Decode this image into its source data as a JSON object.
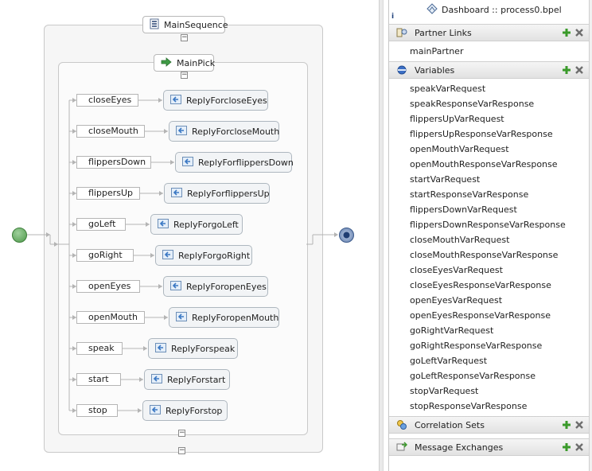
{
  "process": {
    "sequence_label": "MainSequence",
    "pick_label": "MainPick",
    "branches": [
      {
        "message": "closeEyes",
        "reply": "ReplyForcloseEyes"
      },
      {
        "message": "closeMouth",
        "reply": "ReplyForcloseMouth"
      },
      {
        "message": "flippersDown",
        "reply": "ReplyForflippersDown"
      },
      {
        "message": "flippersUp",
        "reply": "ReplyForflippersUp"
      },
      {
        "message": "goLeft",
        "reply": "ReplyForgoLeft"
      },
      {
        "message": "goRight",
        "reply": "ReplyForgoRight"
      },
      {
        "message": "openEyes",
        "reply": "ReplyForopenEyes"
      },
      {
        "message": "openMouth",
        "reply": "ReplyForopenMouth"
      },
      {
        "message": "speak",
        "reply": "ReplyForspeak"
      },
      {
        "message": "start",
        "reply": "ReplyForstart"
      },
      {
        "message": "stop",
        "reply": "ReplyForstop"
      }
    ]
  },
  "panel": {
    "dashboard": "Dashboard :: process0.bpel",
    "info": "i",
    "partner_links": {
      "label": "Partner Links",
      "items": [
        "mainPartner"
      ]
    },
    "variables": {
      "label": "Variables",
      "items": [
        "speakVarRequest",
        "speakResponseVarResponse",
        "flippersUpVarRequest",
        "flippersUpResponseVarResponse",
        "openMouthVarRequest",
        "openMouthResponseVarResponse",
        "startVarRequest",
        "startResponseVarResponse",
        "flippersDownVarRequest",
        "flippersDownResponseVarResponse",
        "closeMouthVarRequest",
        "closeMouthResponseVarResponse",
        "closeEyesVarRequest",
        "closeEyesResponseVarResponse",
        "openEyesVarRequest",
        "openEyesResponseVarResponse",
        "goRightVarRequest",
        "goRightResponseVarResponse",
        "goLeftVarRequest",
        "goLeftResponseVarResponse",
        "stopVarRequest",
        "stopResponseVarResponse"
      ]
    },
    "correlation_sets": {
      "label": "Correlation Sets"
    },
    "message_exchanges": {
      "label": "Message Exchanges"
    }
  },
  "colors": {
    "add": "#3a9a2a",
    "delete": "#707070",
    "start": "#5aa355",
    "end": "#2a4a80",
    "reply_arrow": "#3b78c4"
  },
  "icons": {
    "sequence": "sequence-icon",
    "pick": "pick-icon",
    "reply": "reply-icon",
    "partner_links": "partner-links-icon",
    "variables": "variables-icon",
    "correlation_sets": "correlation-sets-icon",
    "message_exchanges": "message-exchanges-icon",
    "dashboard": "dashboard-icon"
  }
}
